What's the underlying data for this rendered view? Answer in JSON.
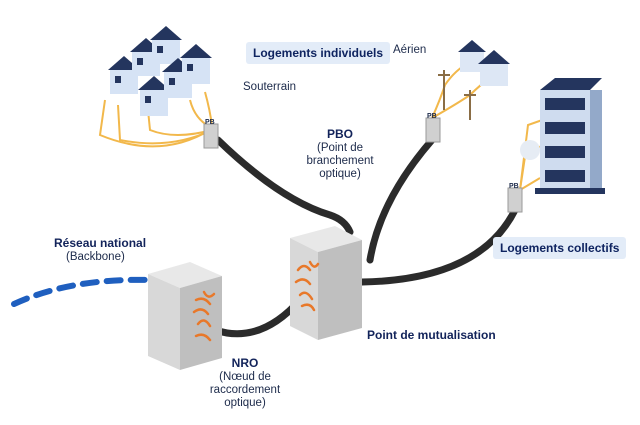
{
  "labels": {
    "logements_individuels": "Logements individuels",
    "aerien": "Aérien",
    "souterrain": "Souterrain",
    "pbo_title": "PBO",
    "pbo_sub1": "(Point de",
    "pbo_sub2": "branchement",
    "pbo_sub3": "optique)",
    "reseau_national": "Réseau national",
    "backbone": "(Backbone)",
    "logements_collectifs": "Logements collectifs",
    "point_mutualisation": "Point de mutualisation",
    "nro_title": "NRO",
    "nro_sub1": "(Nœud de",
    "nro_sub2": "raccordement",
    "nro_sub3": "optique)",
    "pb": "PB"
  },
  "colors": {
    "fiber_yellow": "#f2b84b",
    "fiber_orange": "#e8782a",
    "cable_dark": "#2b2b2b",
    "backbone_blue": "#1f5fbf",
    "pill_bg": "#e3ecf8",
    "text_navy": "#12235a",
    "house_roof": "#24355e",
    "house_wall": "#d6e3f5"
  }
}
